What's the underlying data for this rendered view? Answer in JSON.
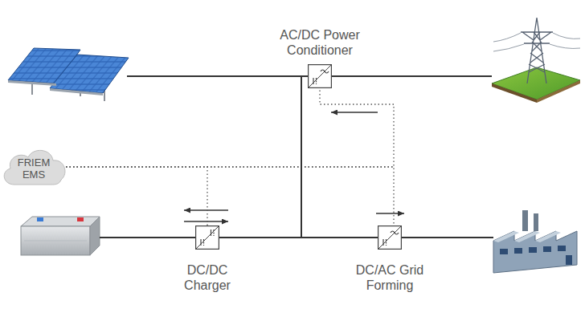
{
  "diagram": {
    "nodes": [
      {
        "text": [
          "AC/DC Power Conditioner"
        ]
      },
      {
        "text": [
          "FRIEM EMS"
        ]
      },
      {
        "text": [
          "DC/DC Charger"
        ]
      },
      {
        "text": [
          "DC/AC Grid Forming"
        ]
      }
    ],
    "edges": [
      {
        "from": 1,
        "to": 0,
        "arrow": "none"
      },
      {
        "from": 1,
        "to": 2,
        "arrow": "none"
      },
      {
        "from": 1,
        "to": 3,
        "arrow": "none"
      },
      {
        "from": 0,
        "to": 2,
        "arrow": "none"
      },
      {
        "from": 0,
        "to": 3,
        "arrow": "none"
      },
      {
        "from": 2,
        "to": 3,
        "arrow": "none"
      }
    ]
  }
}
